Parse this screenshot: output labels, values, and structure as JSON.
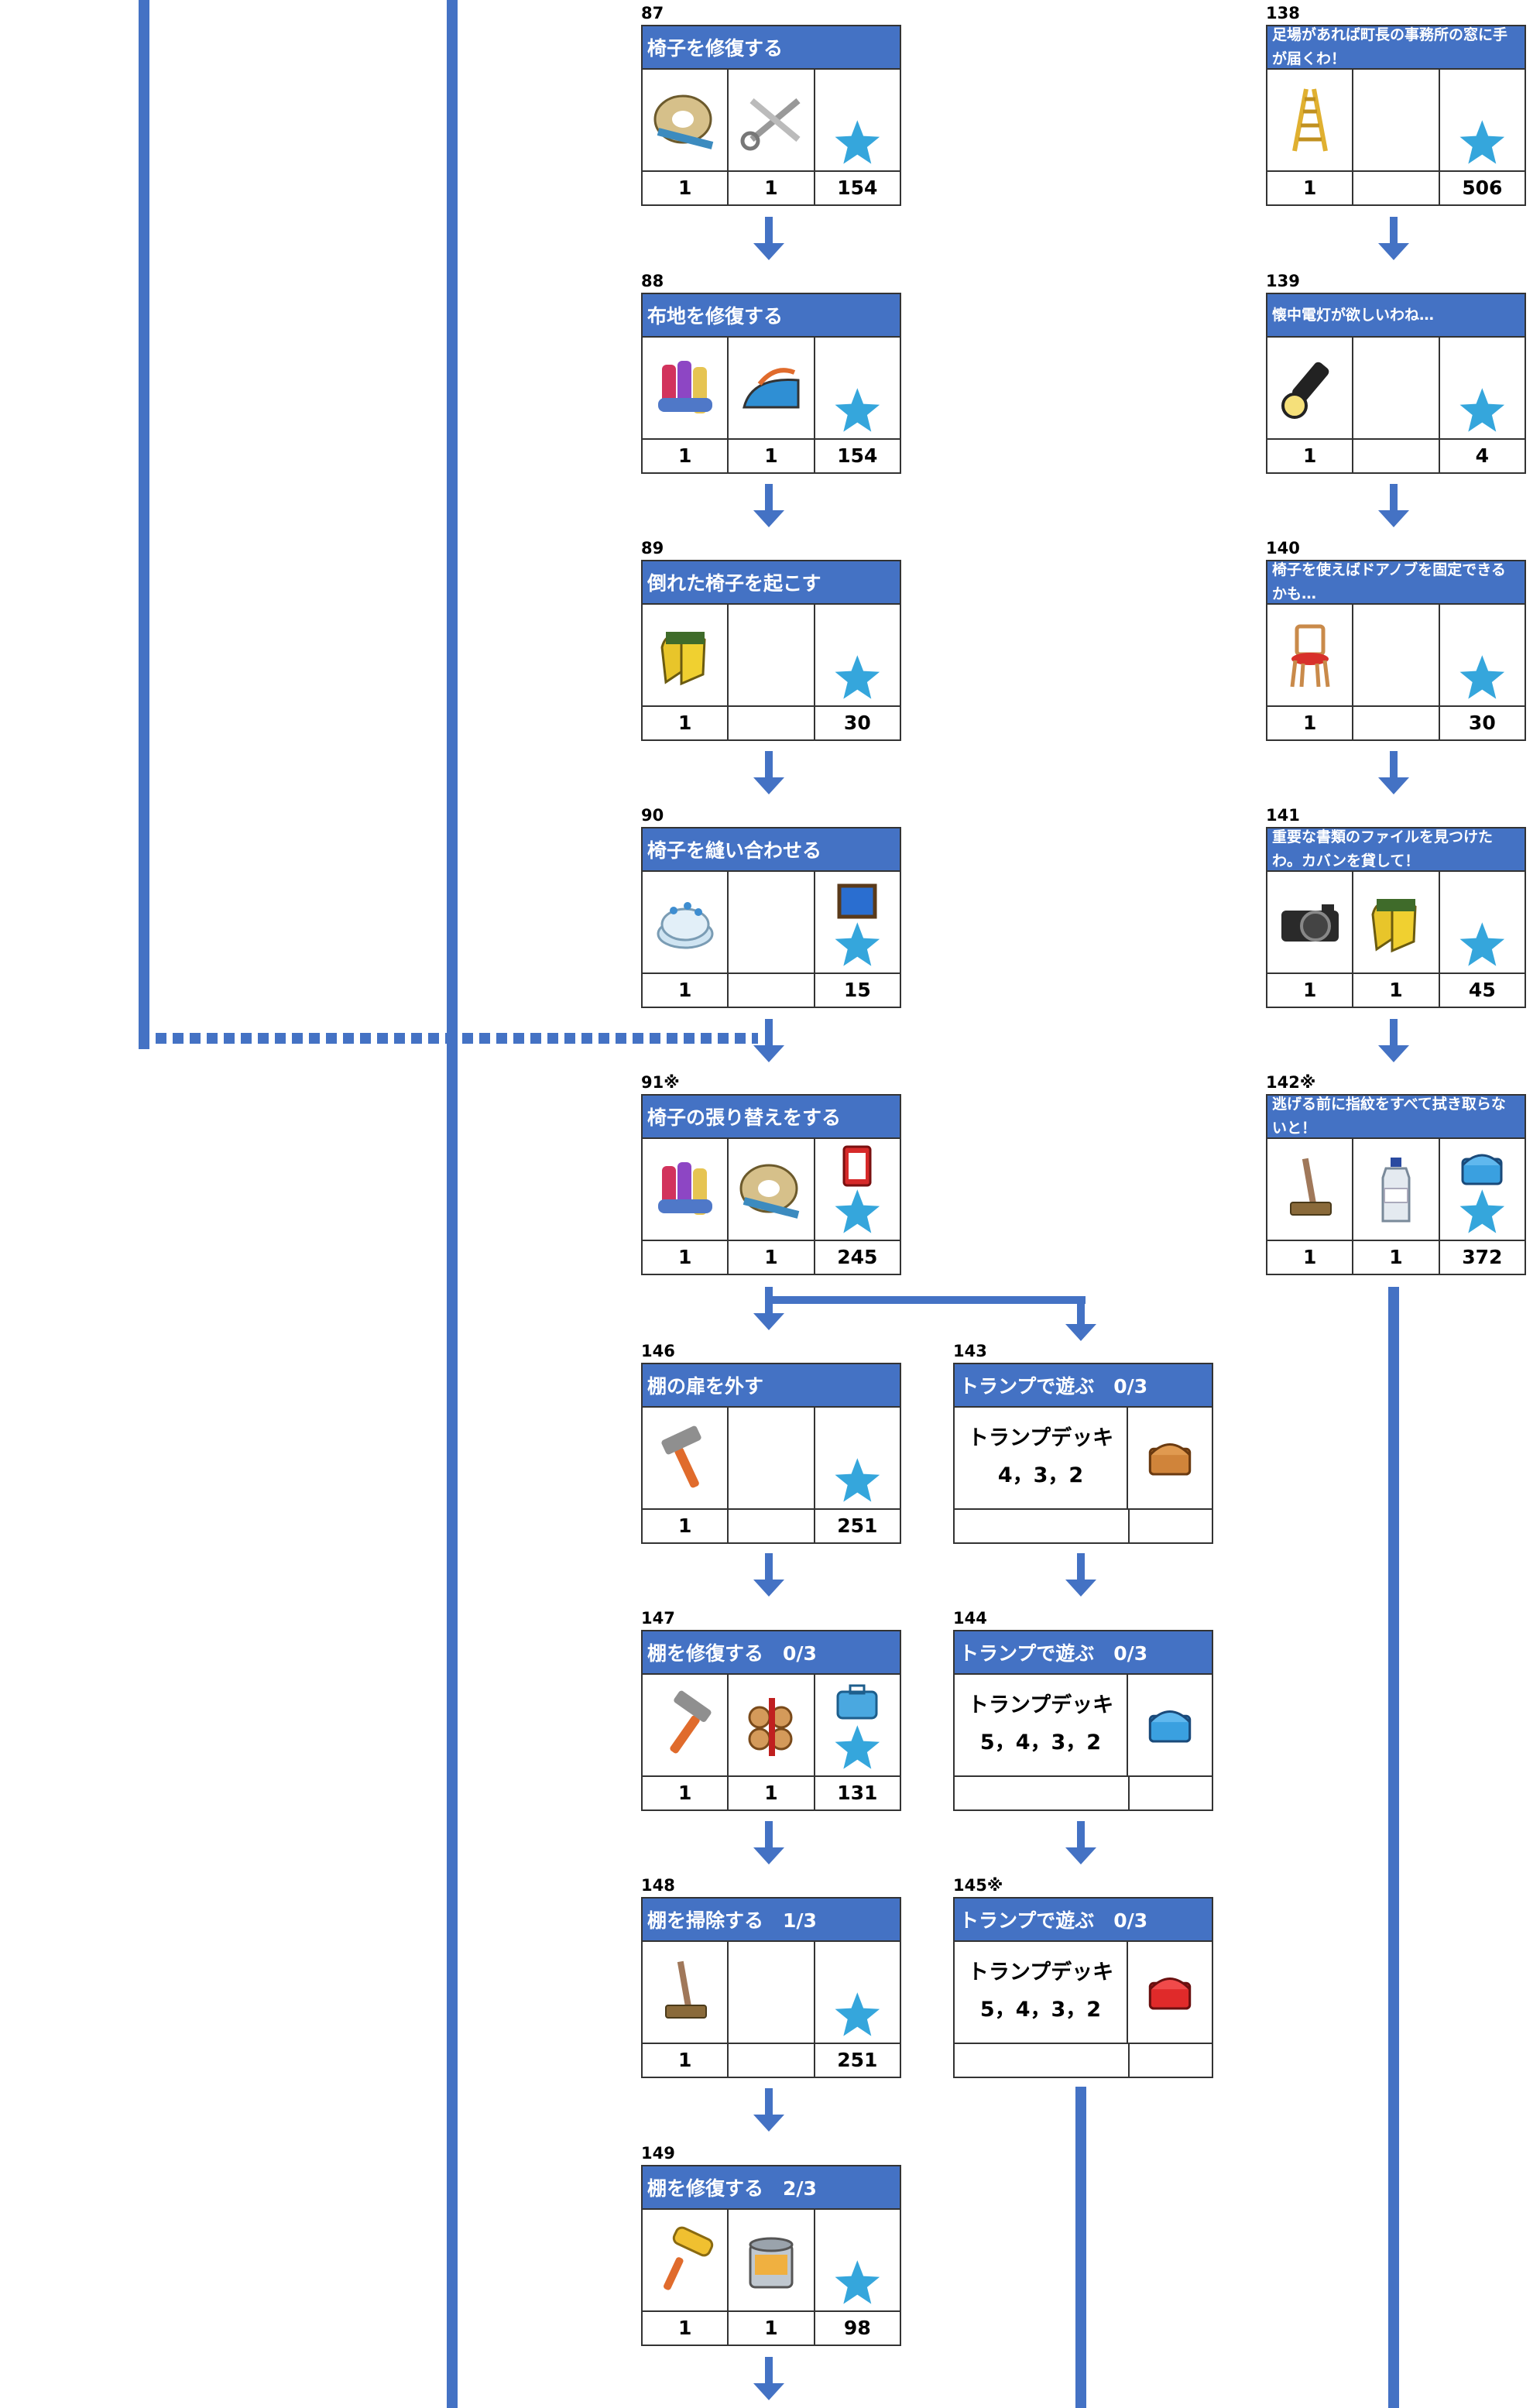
{
  "colors": {
    "accent": "#4472c4",
    "star": "#35a6dc"
  },
  "tasks": {
    "t87": {
      "num": "87",
      "title": "椅子を修復する",
      "icons": [
        "tape-measure-icon",
        "scissors-icon",
        "star-icon"
      ],
      "vals": [
        "1",
        "1",
        "154"
      ]
    },
    "t88": {
      "num": "88",
      "title": "布地を修復する",
      "icons": [
        "fabric-rolls-icon",
        "iron-icon",
        "star-icon"
      ],
      "vals": [
        "1",
        "1",
        "154"
      ]
    },
    "t89": {
      "num": "89",
      "title": "倒れた椅子を起こす",
      "icons": [
        "gloves-icon",
        "",
        "star-icon"
      ],
      "vals": [
        "1",
        "",
        "30"
      ]
    },
    "t90": {
      "num": "90",
      "title": "椅子を縫い合わせる",
      "icons": [
        "pincushion-icon",
        "",
        "blue-box-star-icon"
      ],
      "vals": [
        "1",
        "",
        "15"
      ]
    },
    "t91": {
      "num": "91※",
      "title": "椅子の張り替えをする",
      "icons": [
        "fabric-rolls-icon",
        "tape-measure-icon",
        "card-star-icon"
      ],
      "vals": [
        "1",
        "1",
        "245"
      ]
    },
    "t146": {
      "num": "146",
      "title": "棚の扉を外す",
      "icons": [
        "hammer-icon",
        "",
        "star-icon"
      ],
      "vals": [
        "1",
        "",
        "251"
      ]
    },
    "t147": {
      "num": "147",
      "title": "棚を修復する　0/3",
      "icons": [
        "hammer-icon",
        "firewood-icon",
        "toolbox-star-icon"
      ],
      "vals": [
        "1",
        "1",
        "131"
      ]
    },
    "t148": {
      "num": "148",
      "title": "棚を掃除する　1/3",
      "icons": [
        "broom-icon",
        "",
        "star-icon"
      ],
      "vals": [
        "1",
        "",
        "251"
      ]
    },
    "t149": {
      "num": "149",
      "title": "棚を修復する　2/3",
      "icons": [
        "paint-roller-icon",
        "paint-can-icon",
        "star-icon"
      ],
      "vals": [
        "1",
        "1",
        "98"
      ]
    },
    "t138": {
      "num": "138",
      "title": "足場があれば町長の事務所の窓に手が届くわ！",
      "icons": [
        "ladder-icon",
        "",
        "star-icon"
      ],
      "vals": [
        "1",
        "",
        "506"
      ]
    },
    "t139": {
      "num": "139",
      "title": "懐中電灯が欲しいわね…",
      "icons": [
        "flashlight-icon",
        "",
        "star-icon"
      ],
      "vals": [
        "1",
        "",
        "4"
      ]
    },
    "t140": {
      "num": "140",
      "title": "椅子を使えばドアノブを固定できるかも…",
      "icons": [
        "chair-icon",
        "",
        "star-icon"
      ],
      "vals": [
        "1",
        "",
        "30"
      ]
    },
    "t141": {
      "num": "141",
      "title": "重要な書類のファイルを見つけたわ。カバンを貸して！",
      "icons": [
        "camera-icon",
        "gloves-icon",
        "star-icon"
      ],
      "vals": [
        "1",
        "1",
        "45"
      ]
    },
    "t142": {
      "num": "142※",
      "title": "逃げる前に指紋をすべて拭き取らないと！",
      "icons": [
        "broom-icon",
        "bottle-icon",
        "chest-star-icon"
      ],
      "vals": [
        "1",
        "1",
        "372"
      ]
    },
    "t143": {
      "num": "143",
      "title": "トランプで遊ぶ　0/3",
      "deck_line1": "トランプデッキ",
      "deck_line2": "4，3，2",
      "icon": "wooden-chest-icon"
    },
    "t144": {
      "num": "144",
      "title": "トランプで遊ぶ　0/3",
      "deck_line1": "トランプデッキ",
      "deck_line2": "5，4，3，2",
      "icon": "blue-chest-icon"
    },
    "t145": {
      "num": "145※",
      "title": "トランプで遊ぶ　0/3",
      "deck_line1": "トランプデッキ",
      "deck_line2": "5，4，3，2",
      "icon": "red-chest-icon"
    }
  }
}
